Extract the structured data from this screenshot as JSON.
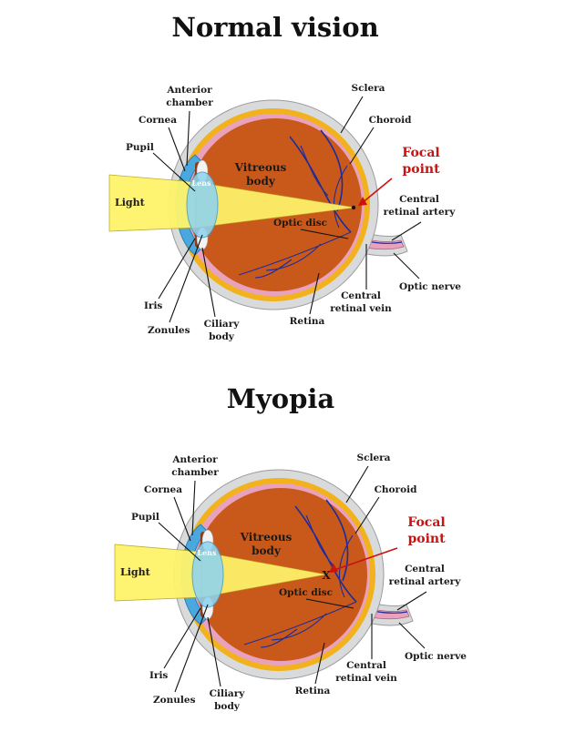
{
  "colors": {
    "sclera": "#d9dadc",
    "choroid": "#f2b21d",
    "vitreous": "#c9591b",
    "retina_stripe": "#e9a2bd",
    "cornea": "#4aa8df",
    "lens": "#8fd4ef",
    "light_beam": "#fff46b",
    "vessels": "#1c2c9a",
    "focal_text": "#cc1111",
    "focal_arrow": "#cc1111"
  },
  "diagrams": [
    {
      "title": "Normal vision",
      "focal_on_retina": true,
      "labels": {
        "anterior_chamber": [
          "Anterior",
          "chamber"
        ],
        "cornea": "Cornea",
        "pupil": "Pupil",
        "light": "Light",
        "lens": "Lens",
        "vitreous_body": [
          "Vitreous",
          "body"
        ],
        "iris": "Iris",
        "zonules": "Zonules",
        "ciliary_body": [
          "Ciliary",
          "body"
        ],
        "retina": "Retina",
        "central_retinal_vein": [
          "Central",
          "retinal vein"
        ],
        "optic_disc": "Optic disc",
        "sclera": "Sclera",
        "choroid": "Choroid",
        "focal_point": [
          "Focal",
          "point"
        ],
        "central_retinal_artery": [
          "Central",
          "retinal artery"
        ],
        "optic_nerve": "Optic nerve"
      }
    },
    {
      "title": "Myopia",
      "focal_on_retina": false,
      "focal_marker": "X",
      "labels": {
        "anterior_chamber": [
          "Anterior",
          "chamber"
        ],
        "cornea": "Cornea",
        "pupil": "Pupil",
        "light": "Light",
        "lens": "Lens",
        "vitreous_body": [
          "Vitreous",
          "body"
        ],
        "iris": "Iris",
        "zonules": "Zonules",
        "ciliary_body": [
          "Ciliary",
          "body"
        ],
        "retina": "Retina",
        "central_retinal_vein": [
          "Central",
          "retinal vein"
        ],
        "optic_disc": "Optic disc",
        "sclera": "Sclera",
        "choroid": "Choroid",
        "focal_point": [
          "Focal",
          "point"
        ],
        "central_retinal_artery": [
          "Central",
          "retinal artery"
        ],
        "optic_nerve": "Optic nerve"
      }
    }
  ]
}
